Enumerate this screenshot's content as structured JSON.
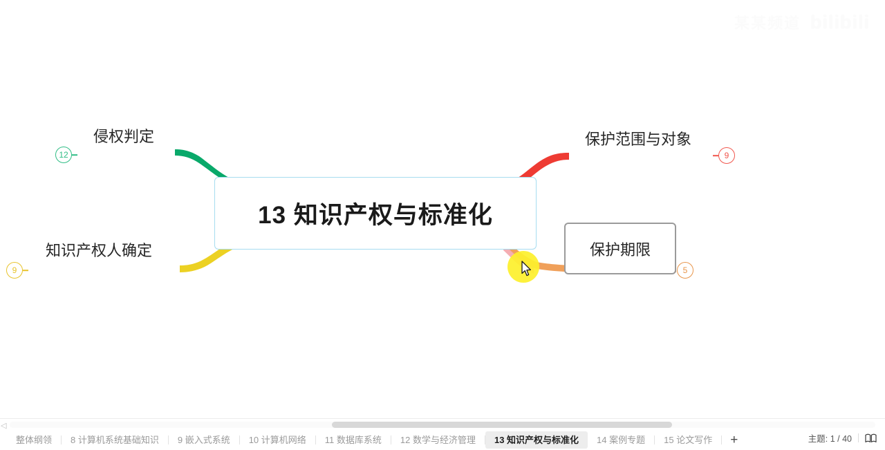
{
  "watermark": {
    "text": "某某频道",
    "logo": "bilibili"
  },
  "mindmap": {
    "central": {
      "text": "13 知识产权与标准化",
      "border_color": "#a6dcf0"
    },
    "branches": [
      {
        "id": "top-left",
        "label": "侵权判定",
        "color": "#09a96a",
        "badge": "12",
        "badge_color": "#2fbd85",
        "side": "left"
      },
      {
        "id": "top-right",
        "label": "保护范围与对象",
        "color": "#ee3b33",
        "badge": "9",
        "badge_color": "#f1564d",
        "side": "right"
      },
      {
        "id": "bottom-left",
        "label": "知识产权人确定",
        "color": "#ecd123",
        "badge": "9",
        "badge_color": "#e8c32c",
        "side": "left"
      },
      {
        "id": "bottom-right",
        "label": "保护期限",
        "color": "#f0a05a",
        "badge": "5",
        "badge_color": "#e8954a",
        "side": "right",
        "selected": true
      }
    ]
  },
  "bottom_bar": {
    "tabs": [
      {
        "label": "整体纲领",
        "active": false
      },
      {
        "label": "8 计算机系统基础知识",
        "active": false
      },
      {
        "label": "9 嵌入式系统",
        "active": false
      },
      {
        "label": "10 计算机网络",
        "active": false
      },
      {
        "label": "11 数据库系统",
        "active": false
      },
      {
        "label": "12 数学与经济管理",
        "active": false
      },
      {
        "label": "13 知识产权与标准化",
        "active": true
      },
      {
        "label": "14 案例专题",
        "active": false
      },
      {
        "label": "15 论文写作",
        "active": false
      }
    ],
    "add_sheet_label": "+",
    "topic_counter": "主题: 1 / 40"
  }
}
